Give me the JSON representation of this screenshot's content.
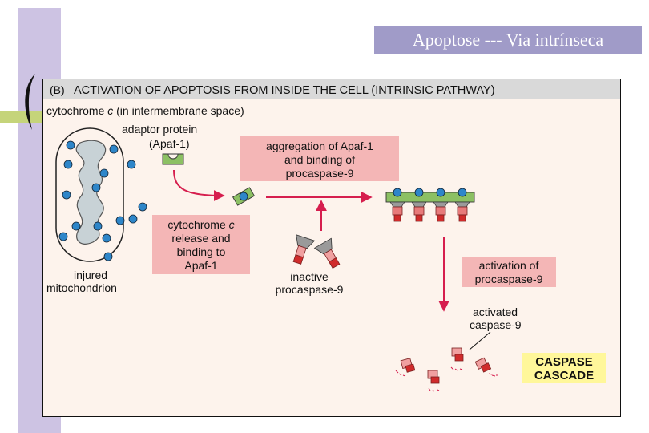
{
  "slide": {
    "title": "Apoptose --- Via intrínseca"
  },
  "figure": {
    "header": {
      "panel_letter": "(B)",
      "title": "ACTIVATION OF APOPTOSIS FROM INSIDE THE CELL (INTRINSIC PATHWAY)"
    },
    "labels": {
      "cytochrome_prefix": "cytochrome ",
      "cytochrome_c": "c",
      "cytochrome_suffix": " (in intermembrane space)",
      "adaptor_line1": "adaptor protein",
      "adaptor_line2": "(Apaf-1)",
      "injured_line1": "injured",
      "injured_line2": "mitochondrion",
      "inactive_line1": "inactive",
      "inactive_line2": "procaspase-9",
      "activated_line1": "activated",
      "activated_line2": "caspase-9"
    },
    "boxes": {
      "release_line1_prefix": "cytochrome ",
      "release_line1_c": "c",
      "release_line2": "release and",
      "release_line3": "binding to",
      "release_line4": "Apaf-1",
      "aggregation_line1": "aggregation of Apaf-1",
      "aggregation_line2": "and binding of",
      "aggregation_line3": "procaspase-9",
      "activation_line1": "activation of",
      "activation_line2": "procaspase-9",
      "cascade_line1": "CASPASE",
      "cascade_line2": "CASCADE"
    }
  },
  "colors": {
    "pink_box": "#f4b6b6",
    "cascade_box": "#fff79a",
    "header_band": "#d9d9d9",
    "cytochrome_blue": "#2e86c9",
    "apaf_green": "#8cc063",
    "arrow_red": "#d61e4e",
    "procaspase_red": "#e05a5a"
  }
}
